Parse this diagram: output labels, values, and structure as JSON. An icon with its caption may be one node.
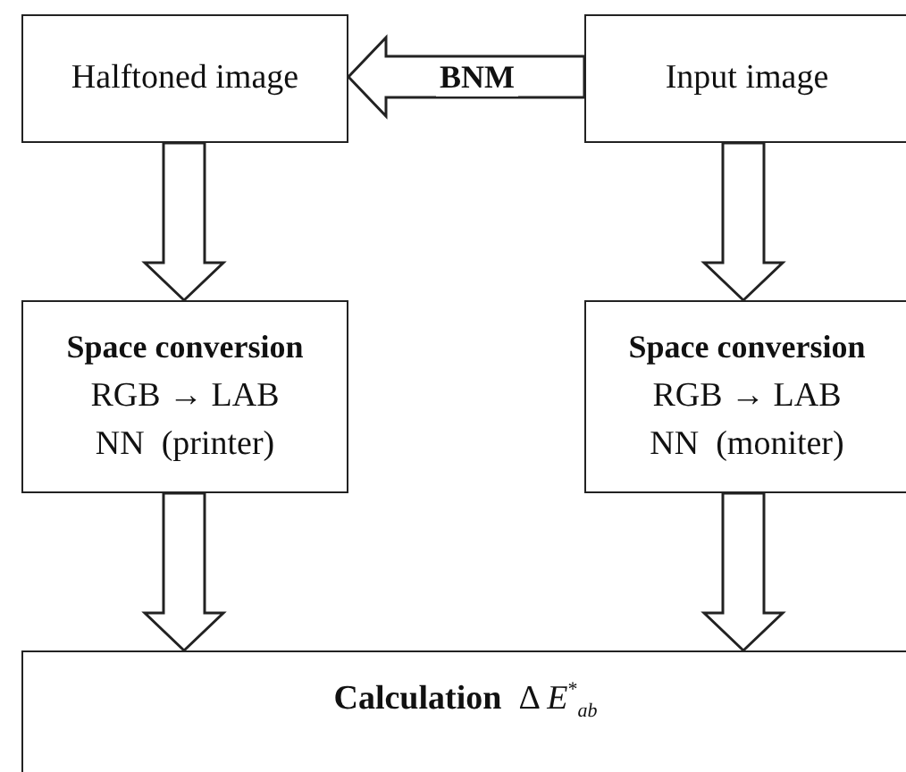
{
  "diagram": {
    "nodes": [
      {
        "text": [
          "Halftoned image"
        ]
      },
      {
        "text": [
          "Input image"
        ]
      },
      {
        "text": [
          "Space conversion",
          "RGB → LAB",
          "NN  (printer)"
        ]
      },
      {
        "text": [
          "Space conversion",
          "RGB → LAB",
          "NN  (moniter)"
        ]
      },
      {
        "text": [
          "**Calculation**  Δ *E*$^{*}$$_{ab}$"
        ]
      }
    ],
    "edges": [
      {
        "from": 1,
        "to": 0,
        "arrow": "to",
        "label": "BNM"
      },
      {
        "from": 0,
        "to": 2,
        "arrow": "to"
      },
      {
        "from": 1,
        "to": 3,
        "arrow": "to"
      },
      {
        "from": 2,
        "to": 4,
        "arrow": "to"
      },
      {
        "from": 3,
        "to": 4,
        "arrow": "to"
      }
    ]
  }
}
